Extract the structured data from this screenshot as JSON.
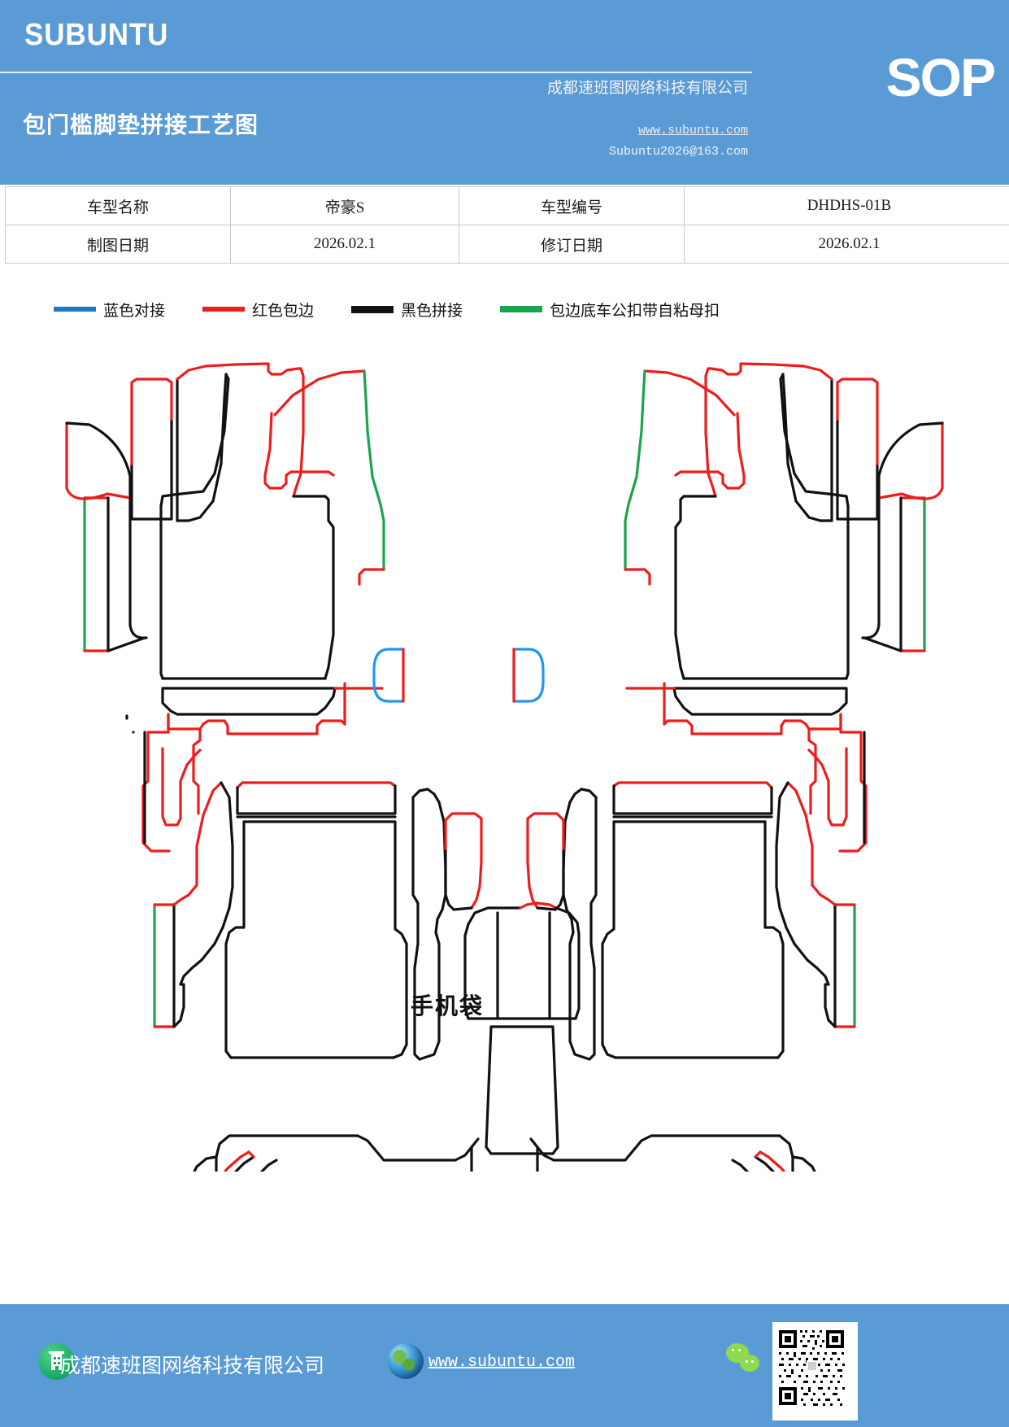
{
  "header": {
    "brand": "SUBUNTU",
    "company": "成都速班图网络科技有限公司",
    "title": "包门槛脚垫拼接工艺图",
    "url": "www.subuntu.com",
    "email": "Subuntu2026@163.com",
    "badge": "SOP",
    "bg_color": "#5b9bd5"
  },
  "info_table": {
    "rows": [
      {
        "label1": "车型名称",
        "value1": "帝豪S",
        "label2": "车型编号",
        "value2": "DHDHS-01B"
      },
      {
        "label1": "制图日期",
        "value1": "2026.02.1",
        "label2": "修订日期",
        "value2": "2026.02.1"
      }
    ]
  },
  "legend": {
    "items": [
      {
        "label": "蓝色对接",
        "color": "#1f78c1"
      },
      {
        "label": "红色包边",
        "color": "#ee1c1c"
      },
      {
        "label": "黑色拼接",
        "color": "#111111"
      },
      {
        "label": "包边底车公扣带自粘母扣",
        "color": "#1aa44c"
      }
    ]
  },
  "drawing": {
    "pocket_label": "手机袋",
    "colors": {
      "red": "#ee1c1c",
      "black": "#111111",
      "green": "#1aa44c",
      "blue": "#2196f3"
    }
  },
  "footer": {
    "company": "成都速班图网络科技有限公司",
    "url": "www.subuntu.com",
    "bg_color": "#5b9bd5"
  }
}
